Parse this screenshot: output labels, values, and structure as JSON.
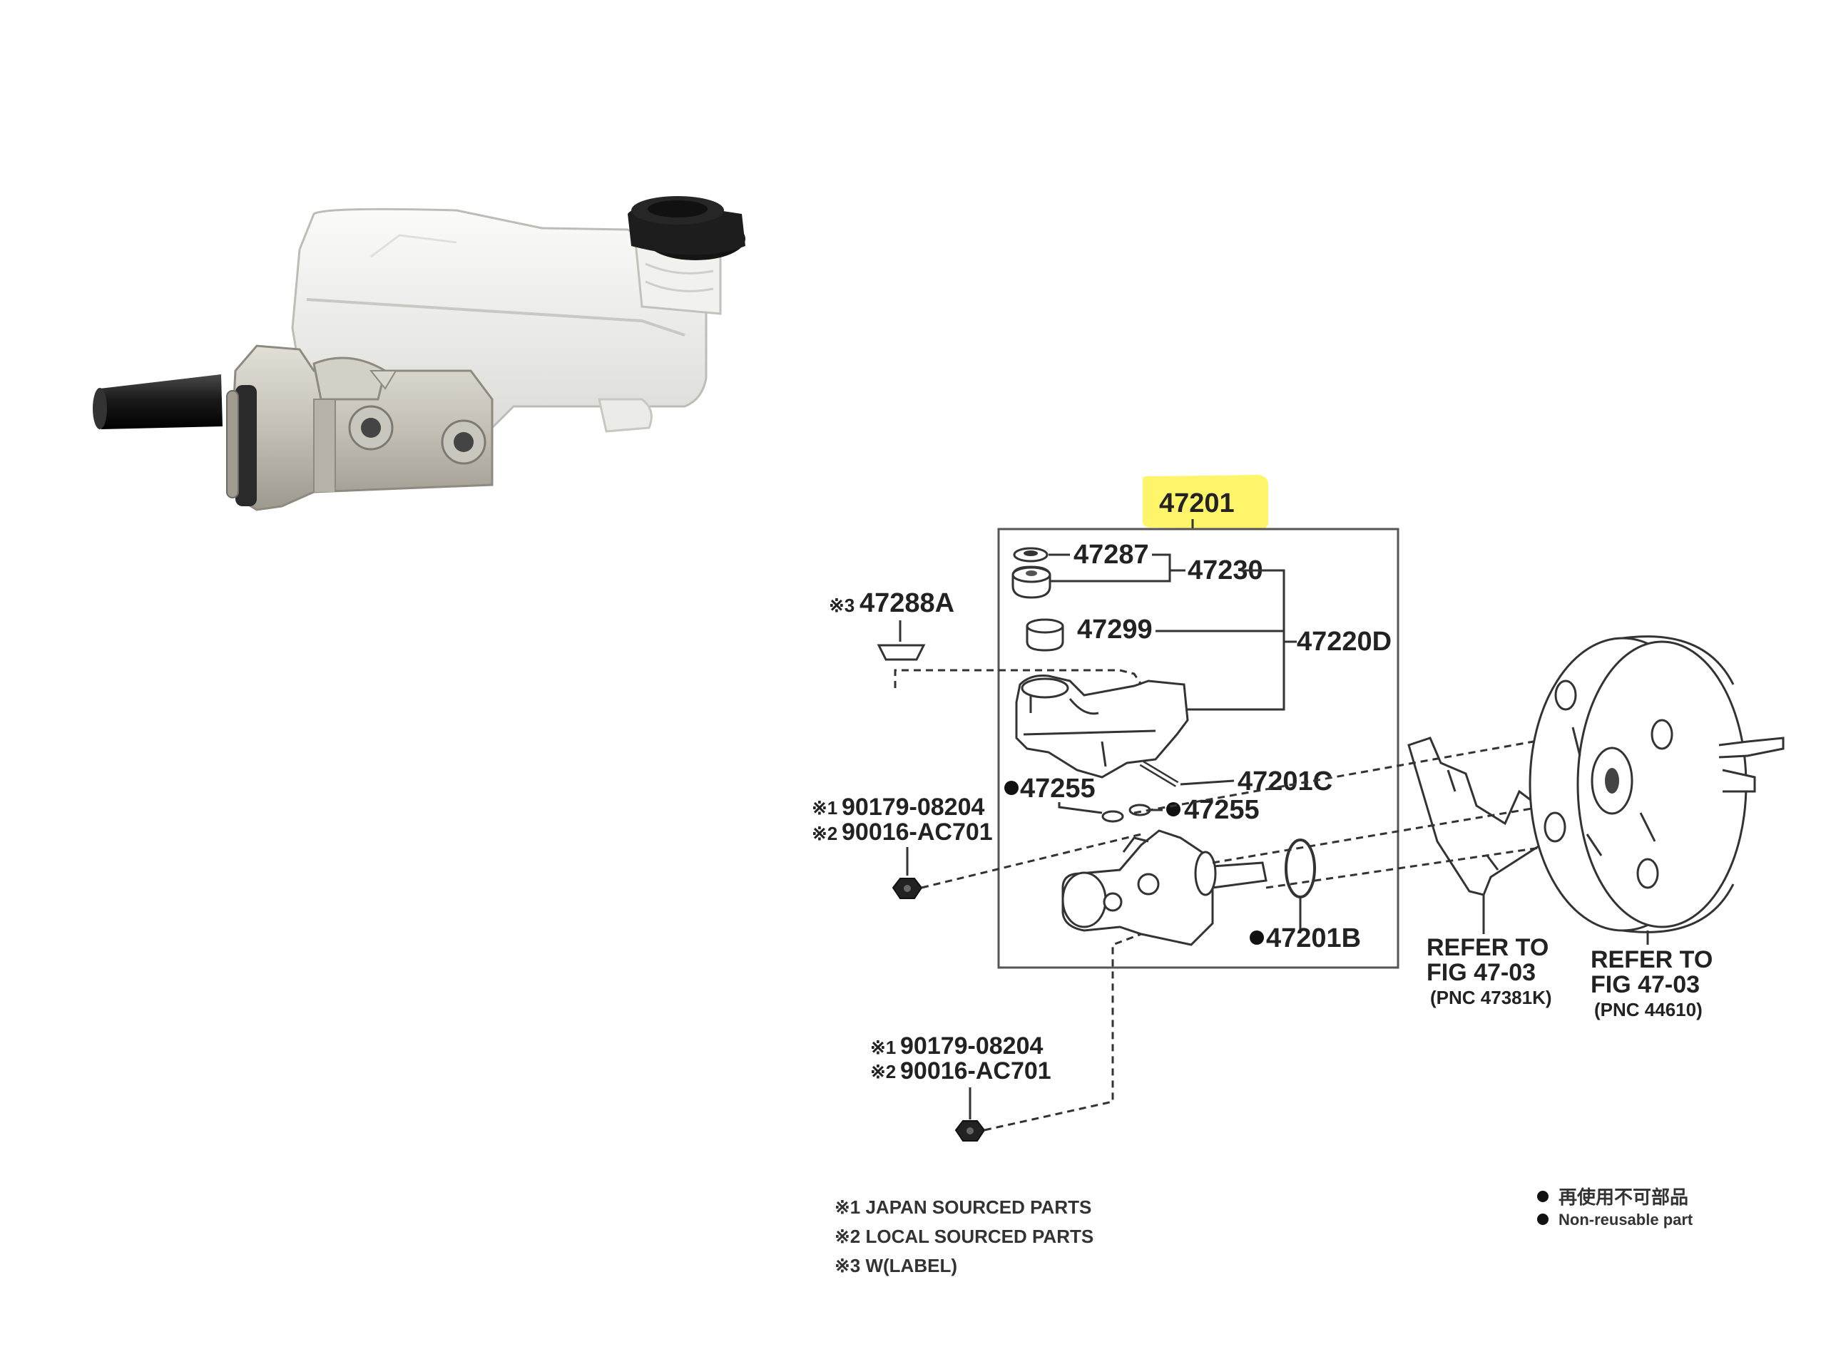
{
  "product_photo": {
    "alt": "brake master cylinder with reservoir",
    "colors": {
      "reservoir": "#f4f4f2",
      "body": "#c9c6bd",
      "pushrod": "#1c1c1c",
      "cap": "#151515"
    }
  },
  "diagram": {
    "highlight_color": "#fff56a",
    "assembly_number": "47201",
    "labels": {
      "p47287": "47287",
      "p47230": "47230",
      "p47288a_mark": "※3",
      "p47288a": "47288A",
      "p47299": "47299",
      "p47220d": "47220D",
      "p47201c": "47201C",
      "p47255_left": "47255",
      "p47255_right": "47255",
      "p47201b": "47201B",
      "bolt_a_1_mark": "※1",
      "bolt_a_1": "90179-08204",
      "bolt_a_2_mark": "※2",
      "bolt_a_2": "90016-AC701",
      "bolt_b_1_mark": "※1",
      "bolt_b_1": "90179-08204",
      "bolt_b_2_mark": "※2",
      "bolt_b_2": "90016-AC701"
    },
    "refer_bracket": {
      "line1": "REFER TO",
      "line2": "FIG 47-03",
      "line3": "(PNC 47381K)"
    },
    "refer_booster": {
      "line1": "REFER TO",
      "line2": "FIG 47-03",
      "line3": "(PNC 44610)"
    },
    "notes": [
      "※1 JAPAN SOURCED PARTS",
      "※2 LOCAL SOURCED PARTS",
      "※3 W(LABEL)"
    ],
    "legend": {
      "japanese": "再使用不可部品",
      "english": "Non-reusable part"
    }
  }
}
